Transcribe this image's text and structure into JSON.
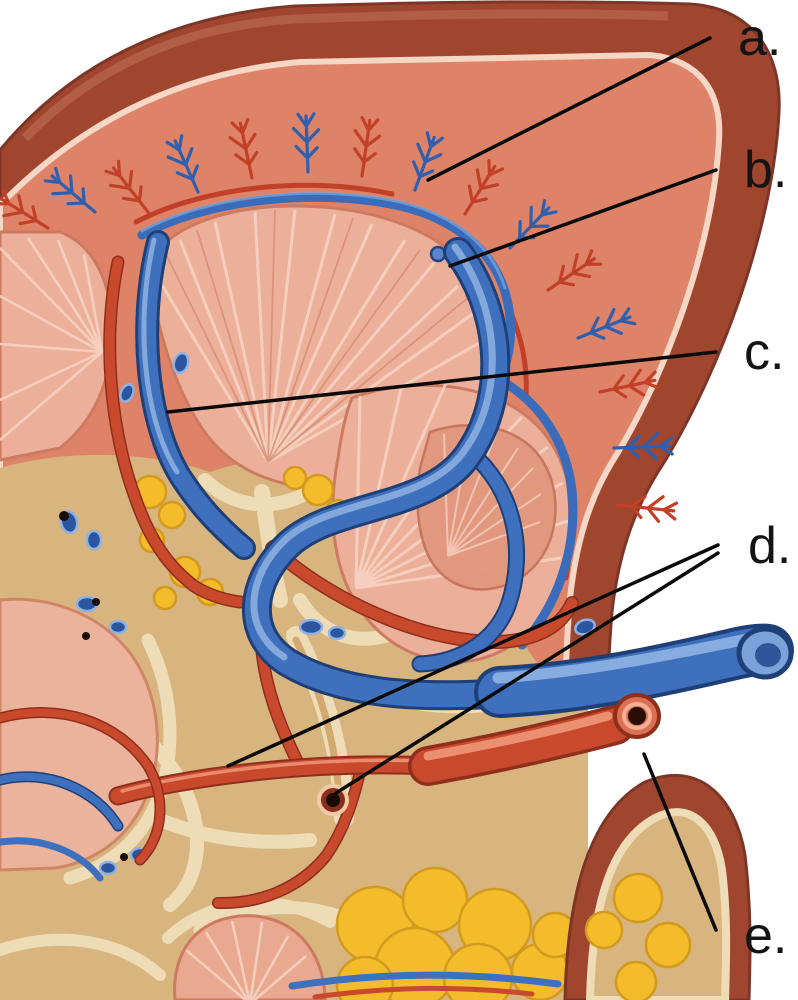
{
  "figure": {
    "type": "anatomical-diagram",
    "subject": "Kidney frontal section with renal blood vessels and leader-line labels",
    "labels": [
      {
        "id": "a",
        "text": "a."
      },
      {
        "id": "b",
        "text": "b."
      },
      {
        "id": "c",
        "text": "c."
      },
      {
        "id": "d",
        "text": "d."
      },
      {
        "id": "e",
        "text": "e."
      }
    ]
  },
  "colors": {
    "background": "#ffffff",
    "capsule_dark": "#a0462f",
    "capsule_highlight": "#c07358",
    "cortex": "#de8367",
    "pyramid": "#ecb09a",
    "pyramid_striation": "#f6d2c1",
    "sinus_tan": "#d8b47f",
    "calyx_cream": "#eedcb6",
    "fat_yellow": "#f4bb2b",
    "artery_red": "#c8492c",
    "artery_dark": "#8e2f1c",
    "vein_blue": "#3e70bd",
    "vein_dark": "#1f3f77",
    "vein_highlight": "#8fb2e2",
    "leader_line": "#0a0a0a"
  }
}
